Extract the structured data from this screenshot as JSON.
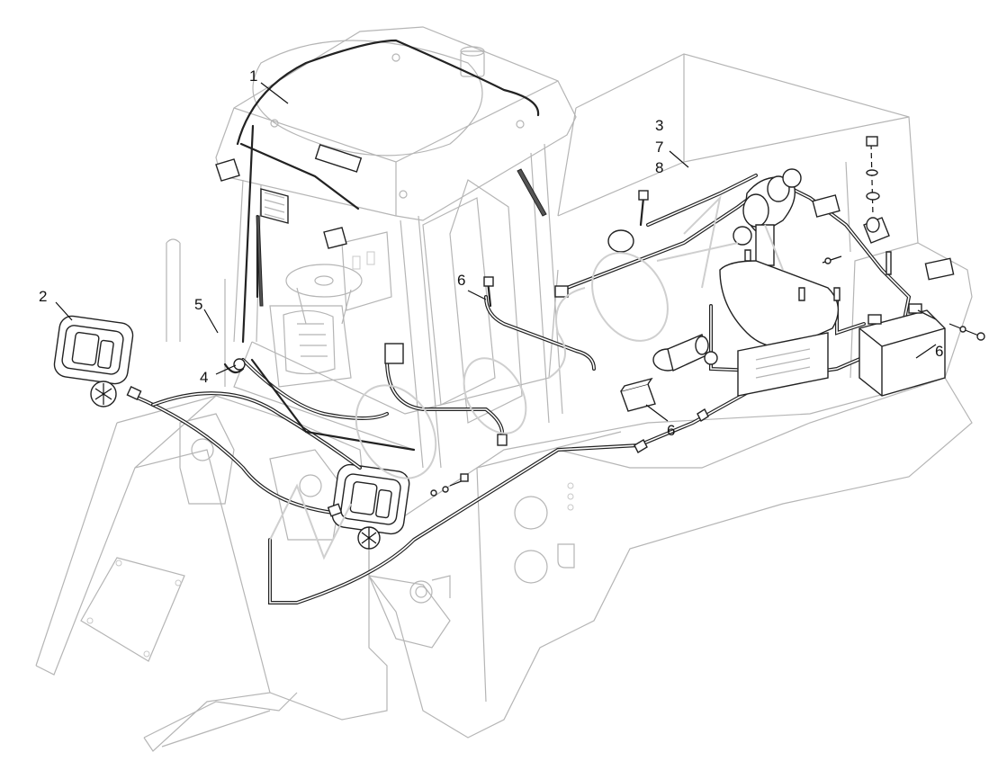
{
  "callouts": {
    "c1": "1",
    "c2": "2",
    "c3": "3",
    "c4": "4",
    "c5": "5",
    "c6a": "6",
    "c6b": "6",
    "c6c": "6",
    "c7": "7",
    "c8": "8"
  },
  "colors": {
    "line": "#222222",
    "ghost": "#b5b5b5",
    "background": "#ffffff"
  }
}
